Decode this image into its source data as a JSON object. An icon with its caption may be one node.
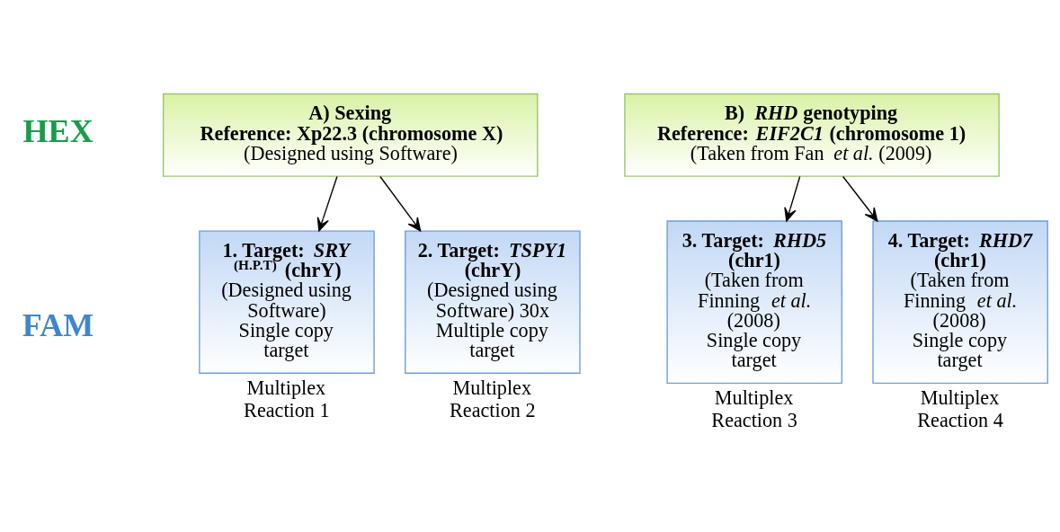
{
  "diagram": {
    "nodes": [
      {
        "text": [
          "A) Sexing",
          "Reference: Xp22.3 (chromosome X)",
          "(Designed using Software)"
        ]
      },
      {
        "text": [
          "B) *RHD* genotyping",
          "Reference: *EIF2C1* (chromosome 1)",
          "(Taken from Fan *et al.* (2009)"
        ]
      },
      {
        "text": [
          "1. Target: *SRY* $^{(H.P.T)}$ (chrY)",
          "(Designed using Software)",
          "Single copy target"
        ],
        "beside": [
          "Multiplex Reaction 1"
        ]
      },
      {
        "text": [
          "2. Target: *TSPY1* (chrY)",
          "(Designed using Software) 30x",
          "Multiple copy target"
        ],
        "beside": [
          "Multiplex Reaction 2"
        ]
      },
      {
        "text": [
          "3. Target: *RHD5* (chr1)",
          "(Taken from Finning *et al.* (2008)",
          "Single copy target"
        ],
        "beside": [
          "Multiplex Reaction 3"
        ]
      },
      {
        "text": [
          "4. Target: *RHD7* (chr1)",
          "(Taken from Finning *et al.* (2008)",
          "Single copy target"
        ],
        "beside": [
          "Multiplex Reaction 4"
        ]
      }
    ],
    "edges": [
      {
        "from": 0,
        "to": 2,
        "arrow": "to"
      },
      {
        "from": 0,
        "to": 3,
        "arrow": "to"
      },
      {
        "from": 1,
        "to": 4,
        "arrow": "to"
      },
      {
        "from": 1,
        "to": 5,
        "arrow": "to"
      }
    ],
    "labels": [
      "HEX",
      "FAM"
    ]
  }
}
